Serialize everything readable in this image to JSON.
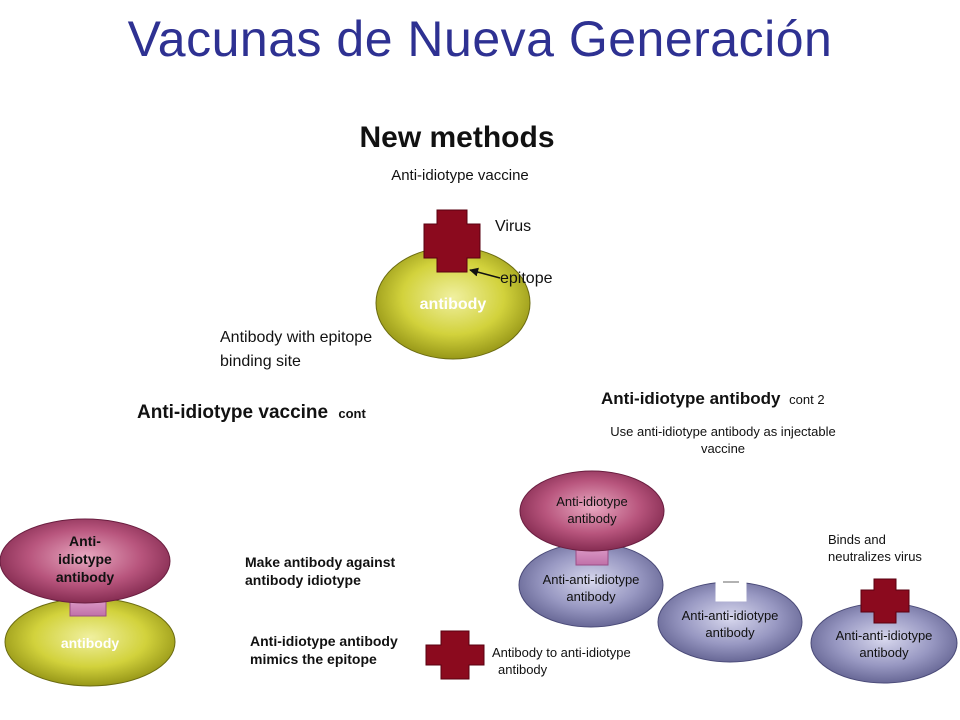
{
  "slide_title": "Vacunas de Nueva Generación",
  "top_panel": {
    "heading": "New methods",
    "subheading": "Anti-idiotype vaccine",
    "virus_label": "Virus",
    "epitope_label": "epitope",
    "antibody_label": "antibody",
    "binding_site_line1": "Antibody with epitope",
    "binding_site_line2": "binding site"
  },
  "left_panel": {
    "heading": "Anti-idiotype vaccine",
    "heading_suffix": "cont",
    "anti_idiotype_line1": "Anti-",
    "anti_idiotype_line2": "idiotype",
    "anti_idiotype_line3": "antibody",
    "antibody_label": "antibody",
    "make_line1": "Make antibody against",
    "make_line2": "antibody idiotype",
    "mimics_line1": "Anti-idiotype antibody",
    "mimics_line2": "mimics the epitope",
    "antibody_to_line1": "Antibody to anti-idiotype",
    "antibody_to_line2": "antibody"
  },
  "right_panel": {
    "heading": "Anti-idiotype antibody",
    "heading_suffix": "cont 2",
    "use_line1": "Use anti-idiotype antibody as injectable",
    "use_line2": "vaccine",
    "anti_idiotype_line1": "Anti-idiotype",
    "anti_idiotype_line2": "antibody",
    "anti_anti_line1": "Anti-anti-idiotype",
    "anti_anti_line2": "antibody",
    "binds_line1": "Binds and",
    "binds_line2": "neutralizes virus"
  },
  "colors": {
    "title": "#2e3192",
    "virus": "#8b0a1e",
    "antibody_yellow": "#c9c92a",
    "anti_idiotype_pink": "#b04a72",
    "anti_anti_lavender": "#8a8ab4"
  }
}
